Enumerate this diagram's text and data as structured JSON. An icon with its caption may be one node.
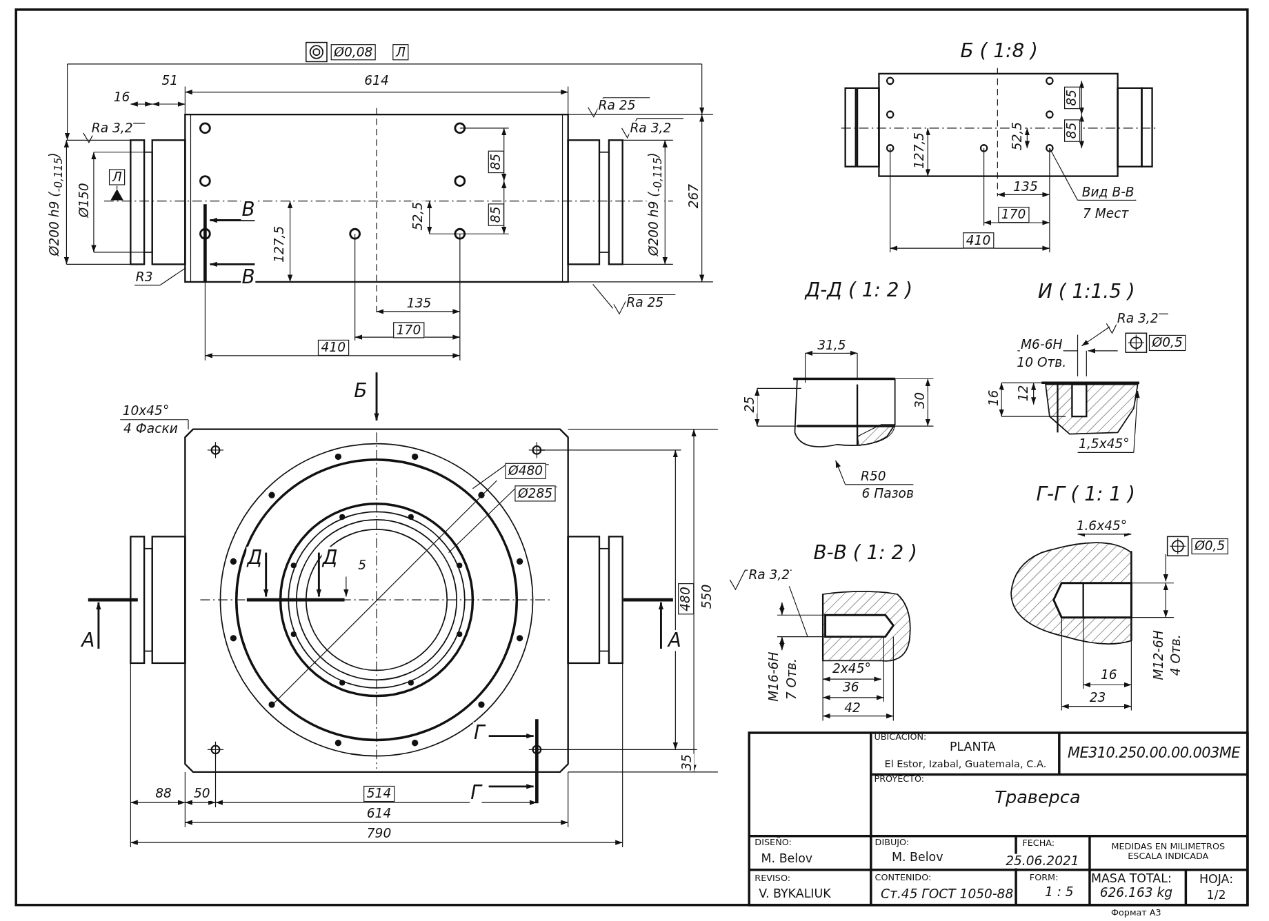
{
  "diagram": {
    "labels": [
      "Ø0,08",
      "Л",
      "51",
      "614",
      "16",
      "Ra 25",
      "Ra 3,2",
      "Ra 3,2",
      "Л",
      "Ø200 h9 ($_{-0,115}$)",
      "Ø150",
      "85",
      "В",
      "52,5",
      "85",
      "127,5",
      "Ø200 h9 ($_{-0,115}$)",
      "267",
      "В",
      "R3",
      "135",
      "Ra 25",
      "170",
      "410",
      "Б ( 1:8 )",
      "85",
      "85",
      "127,5",
      "52,5",
      "135",
      "Вид В-В",
      "170",
      "7 Мест",
      "410",
      "Д-Д ( 1: 2 )",
      "И ( 1:1.5 )",
      "Ra 3,2",
      "31,5",
      "M6-6H",
      "Ø0,5",
      "10 Отв.",
      "16",
      "12",
      "25",
      "30",
      "1,5x45°",
      "R50",
      "6 Пазов",
      "Г-Г ( 1: 1 )",
      "1.6x45°",
      "Ø0,5",
      "В-В ( 1: 2 )",
      "Ra 3,2",
      "M16-6H",
      "7 Отв.",
      "2x45°",
      "36",
      "42",
      "16",
      "23",
      "M12-6H",
      "4 Отв.",
      "Б",
      "10x45°",
      "4 Фаски",
      "Ø480",
      "Ø285",
      "Д",
      "Д",
      "5",
      "480",
      "550",
      "А",
      "А",
      "Г",
      "35",
      "88",
      "50",
      "514",
      "Г",
      "614",
      "790",
      "UBICACION:",
      "PLANTA",
      "El Estor, Izabal, Guatemala, C.A.",
      "ME310.250.00.00.003ME",
      "PROYECTO:",
      "Траверса",
      "DISEÑO:",
      "M. Belov",
      "DIBUJO:",
      "M. Belov",
      "FECHA:",
      "25.06.2021",
      "MEDIDAS EN MILIMETROS ESCALA INDICADA",
      "REVISO:",
      "V. BYKALIUK",
      "CONTENIDO:",
      "Ст.45 ГОСТ 1050-88",
      "FORM:",
      "1 : 5",
      "MASA TOTAL:",
      "626.163 kg",
      "HOJA:",
      "1/2",
      "Формат А3"
    ]
  }
}
